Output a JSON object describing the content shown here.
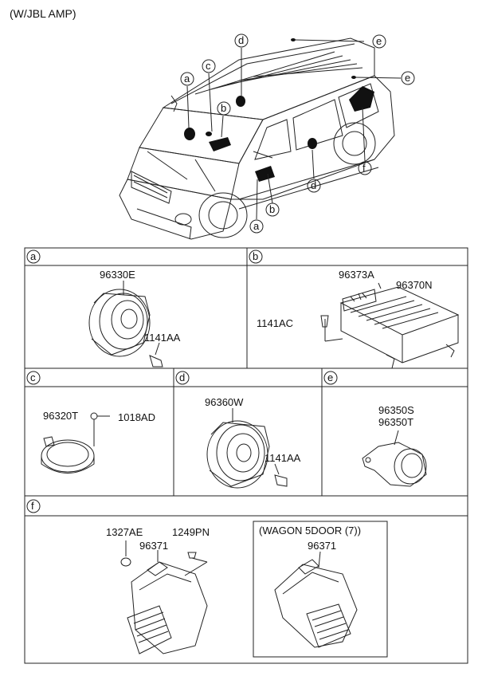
{
  "title": "(W/JBL AMP)",
  "overview_callouts": [
    "a",
    "b",
    "c",
    "d",
    "e",
    "f"
  ],
  "sections": {
    "a": {
      "letter": "a",
      "parts": {
        "speaker": "96330E",
        "screw": "1141AA"
      }
    },
    "b": {
      "letter": "b",
      "parts": {
        "bracket": "96373A",
        "amp": "96370N",
        "bolt": "1141AC"
      }
    },
    "c": {
      "letter": "c",
      "parts": {
        "speaker": "96320T",
        "screw": "1018AD"
      }
    },
    "d": {
      "letter": "d",
      "parts": {
        "speaker": "96360W",
        "screw": "1141AA"
      }
    },
    "e": {
      "letter": "e",
      "parts": {
        "tweeter1": "96350S",
        "tweeter2": "96350T"
      }
    },
    "f": {
      "letter": "f",
      "parts": {
        "nut": "1327AE",
        "subwoofer": "96371",
        "bolt": "1249PN"
      },
      "variant": {
        "title": "(WAGON 5DOOR (7))",
        "subwoofer": "96371"
      }
    }
  }
}
